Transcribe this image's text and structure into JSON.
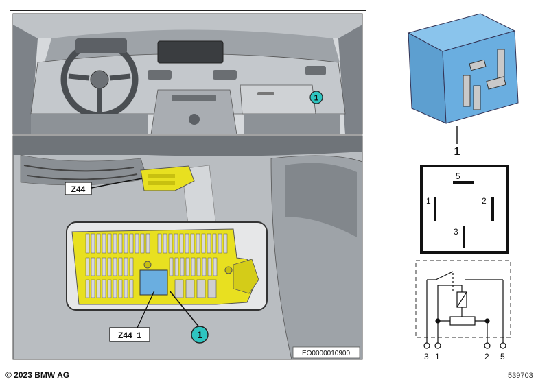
{
  "image": {
    "copyright": "© 2023 BMW AG",
    "figure_number": "539703",
    "ref_code": "EO0000010900"
  },
  "callouts": {
    "z44": "Z44",
    "z44_1": "Z44_1",
    "marker_main": "1",
    "marker_dash": "1"
  },
  "relay": {
    "part_number": "1",
    "pin_layout": {
      "top": "5",
      "left": "1",
      "right": "2",
      "bottom": "3"
    },
    "schematic_pins": [
      "3",
      "1",
      "2",
      "5"
    ]
  },
  "colors": {
    "relay_blue": "#6aaee0",
    "fuse_yellow": "#e8e020",
    "marker_teal": "#2ec4c0"
  }
}
